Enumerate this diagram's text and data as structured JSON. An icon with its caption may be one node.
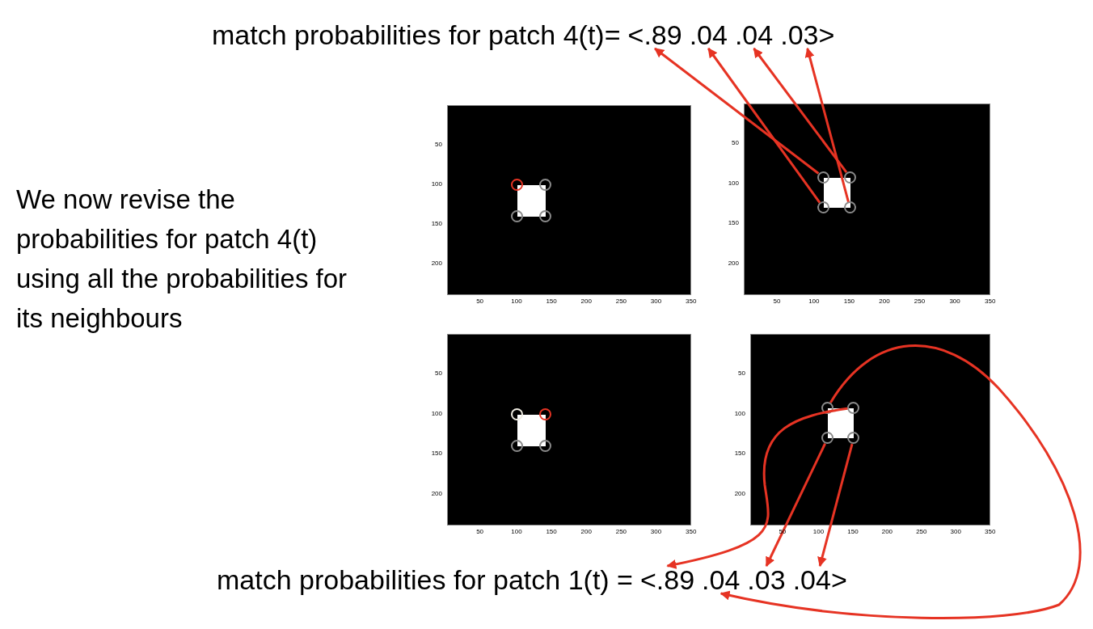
{
  "diagram": {
    "nodes": [
      {
        "text": [
          "<.89"
        ]
      },
      {
        "text": [
          ".04"
        ]
      },
      {
        "text": [
          ".04"
        ]
      },
      {
        "text": [
          ".03>"
        ]
      },
      {
        "text": [],
        "shape": "box"
      },
      {
        "text": [],
        "shape": "circle",
        "in": 4
      },
      {
        "text": [],
        "shape": "circle",
        "in": 4
      },
      {
        "text": [],
        "shape": "circle",
        "in": 4
      },
      {
        "text": [],
        "shape": "circle",
        "in": 4
      },
      {
        "text": [],
        "shape": "box"
      },
      {
        "text": [],
        "shape": "circle",
        "in": 9
      },
      {
        "text": [],
        "shape": "circle",
        "in": 9
      },
      {
        "text": [],
        "shape": "circle",
        "in": 9
      },
      {
        "text": [],
        "shape": "circle",
        "in": 9
      },
      {
        "text": [],
        "shape": "box"
      },
      {
        "text": [],
        "shape": "circle",
        "in": 14
      },
      {
        "text": [],
        "shape": "circle",
        "in": 14
      },
      {
        "text": [],
        "shape": "circle",
        "in": 14
      },
      {
        "text": [],
        "shape": "circle",
        "in": 14
      },
      {
        "text": [],
        "shape": "box"
      },
      {
        "text": [],
        "shape": "circle",
        "in": 19
      },
      {
        "text": [],
        "shape": "circle",
        "in": 19
      },
      {
        "text": [],
        "shape": "circle",
        "in": 19
      },
      {
        "text": [],
        "shape": "circle",
        "in": 19
      },
      {
        "text": [
          "<.89"
        ]
      },
      {
        "text": [
          ".04"
        ]
      },
      {
        "text": [
          ".03"
        ]
      },
      {
        "text": [
          ".04>"
        ]
      }
    ],
    "edges": [
      {
        "from": 10,
        "to": 0,
        "arrow": "to"
      },
      {
        "from": 12,
        "to": 1,
        "arrow": "to"
      },
      {
        "from": 11,
        "to": 2,
        "arrow": "to"
      },
      {
        "from": 13,
        "to": 3,
        "arrow": "to"
      },
      {
        "from": 21,
        "to": 24,
        "arrow": "to"
      },
      {
        "from": 20,
        "to": 25,
        "arrow": "to"
      },
      {
        "from": 22,
        "to": 26,
        "arrow": "to"
      },
      {
        "from": 23,
        "to": 27,
        "arrow": "to"
      }
    ],
    "labels": [
      "match probabilities for patch 4(t)=",
      "We now revise the probabilities for patch 4(t) using all the probabilities for its neighbours",
      "50",
      "100",
      "150",
      "200",
      "50",
      "100",
      "150",
      "200",
      "250",
      "300",
      "350",
      "50",
      "100",
      "150",
      "200",
      "50",
      "100",
      "150",
      "200",
      "250",
      "300",
      "350",
      "50",
      "100",
      "150",
      "200",
      "50",
      "100",
      "150",
      "200",
      "250",
      "300",
      "350",
      "50",
      "100",
      "150",
      "200",
      "50",
      "100",
      "150",
      "200",
      "250",
      "300",
      "350",
      "match probabilities for patch 1(t) ="
    ]
  }
}
